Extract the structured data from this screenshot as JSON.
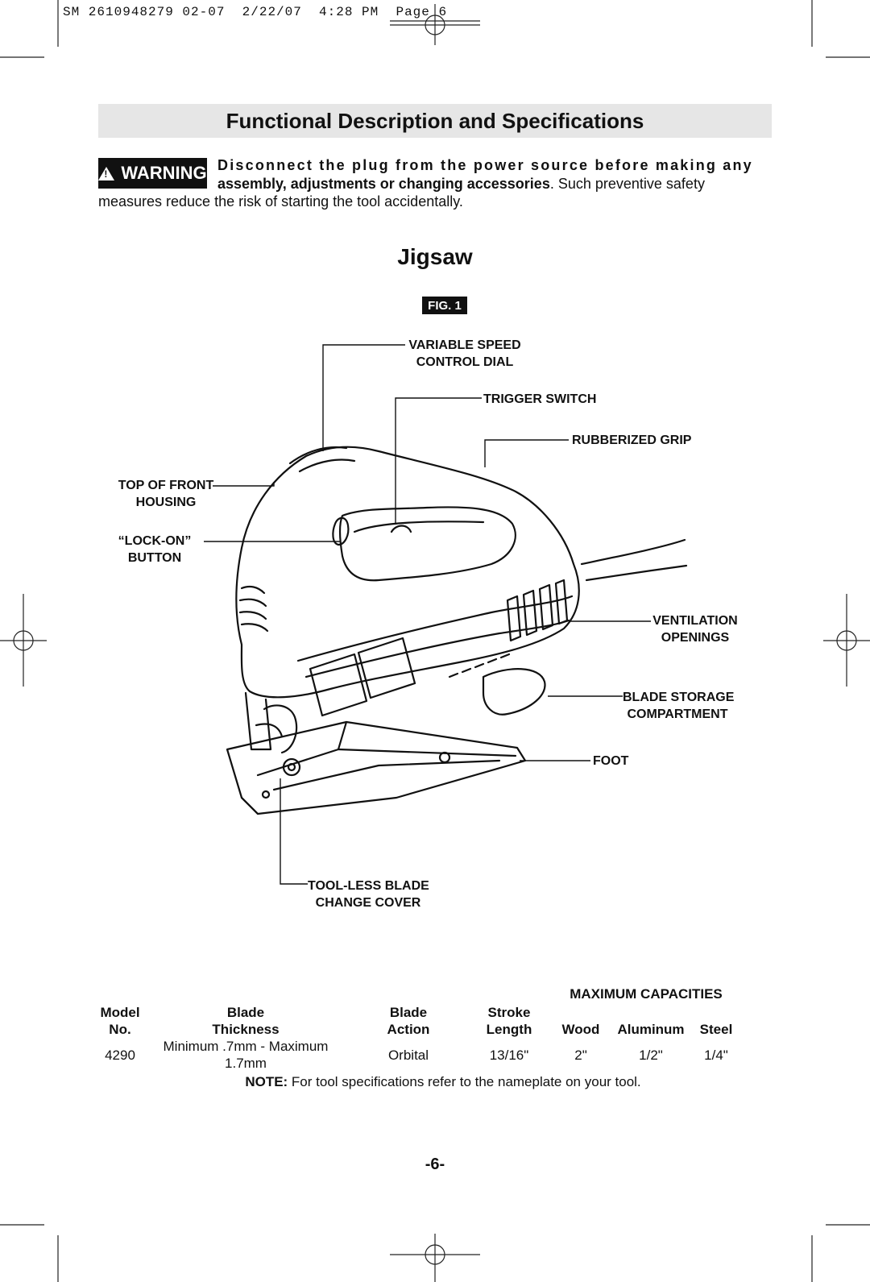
{
  "print_header": "SM 2610948279 02-07  2/22/07  4:28 PM  Page 6",
  "section_title": "Functional Description and Specifications",
  "warning": {
    "badge": "WARNING",
    "line1": "Disconnect the plug from the power source before making any",
    "line2_bold": "assembly, adjustments or changing accessories",
    "line2_rest": ".  Such preventive safety",
    "line3": "measures reduce the risk of starting the tool accidentally."
  },
  "heading": "Jigsaw",
  "figure_label": "FIG. 1",
  "callouts": {
    "variable_speed_1": "VARIABLE SPEED",
    "variable_speed_2": "CONTROL DIAL",
    "trigger_switch": "TRIGGER SWITCH",
    "rubberized_grip": "RUBBERIZED GRIP",
    "top_front_1": "TOP OF FRONT",
    "top_front_2": "HOUSING",
    "lock_on_1": "“LOCK-ON”",
    "lock_on_2": "BUTTON",
    "ventilation_1": "VENTILATION",
    "ventilation_2": "OPENINGS",
    "blade_storage_1": "BLADE STORAGE",
    "blade_storage_2": "COMPARTMENT",
    "foot": "FOOT",
    "toolless_1": "TOOL-LESS BLADE",
    "toolless_2": "CHANGE COVER"
  },
  "specs": {
    "group_header": "MAXIMUM CAPACITIES",
    "headers_row1": [
      "Model",
      "Blade",
      "Blade",
      "Stroke",
      "",
      "",
      ""
    ],
    "headers_row2": [
      "No.",
      "Thickness",
      "Action",
      "Length",
      "Wood",
      "Aluminum",
      "Steel"
    ],
    "row": [
      "4290",
      "Minimum .7mm - Maximum 1.7mm",
      "Orbital",
      "13/16\"",
      "2\"",
      "1/2\"",
      "1/4\""
    ]
  },
  "note_label": "NOTE:",
  "note_text": " For tool specifications refer to the nameplate on your tool.",
  "page_number": "-6-"
}
